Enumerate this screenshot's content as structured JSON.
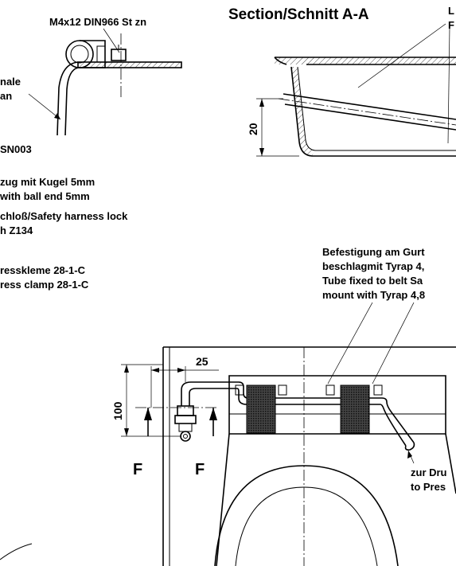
{
  "top_detail": {
    "bolt_label": "M4x12 DIN966 St zn",
    "left_label_line1": "nale",
    "left_label_line2": "an",
    "part_code": "SN003"
  },
  "notes": [
    "zug mit Kugel 5mm",
    "with ball end 5mm",
    "chloß/Safety harness lock",
    "h Z134",
    "resskleme 28-1-C",
    "ress clamp 28-1-C"
  ],
  "section": {
    "title": "Section/Schnitt A-A",
    "corner_label_1": "L",
    "corner_label_2": "F",
    "dimension": "20"
  },
  "fixing_note": [
    "Befestigung am Gurt",
    "beschlagmit Tyrap 4,",
    "Tube fixed to belt Sa",
    "mount with Tyrap 4,8"
  ],
  "main_view": {
    "dim_horizontal": "25",
    "dim_vertical": "100",
    "view_label_left": "F",
    "view_label_right": "F",
    "dest_line1": "zur Dru",
    "dest_line2": "to Pres"
  }
}
